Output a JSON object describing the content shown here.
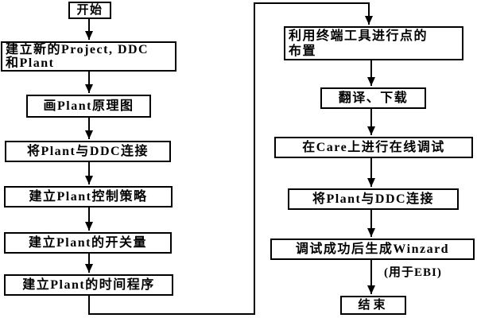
{
  "diagram": {
    "type": "flowchart",
    "colors": {
      "background": "#ffffff",
      "line": "#000000",
      "box_border": "#000000",
      "text": "#000000"
    },
    "nodes": {
      "start": "开始",
      "create_project": "建立新的Project, DDC\n和Plant",
      "draw_plant": "画Plant原理图",
      "connect_plant_ddc_1": "将Plant与DDC连接",
      "control_strategy": "建立Plant控制策略",
      "switch_values": "建立Plant的开关量",
      "time_program": "建立Plant的时间程序",
      "point_layout": "利用终端工具进行点的\n布置",
      "translate_download": "翻译、下载",
      "online_debug": "在Care上进行在线调试",
      "connect_plant_ddc_2": "将Plant与DDC连接",
      "generate_winzard": "调试成功后生成Winzard",
      "winzard_note": "(用于EBI)",
      "end": "结束"
    },
    "edges": [
      "start -> create_project",
      "create_project -> draw_plant",
      "draw_plant -> connect_plant_ddc_1",
      "connect_plant_ddc_1 -> control_strategy",
      "control_strategy -> switch_values",
      "switch_values -> time_program",
      "time_program -> point_layout",
      "point_layout -> translate_download",
      "translate_download -> online_debug",
      "online_debug -> connect_plant_ddc_2",
      "connect_plant_ddc_2 -> generate_winzard",
      "generate_winzard -> end"
    ]
  }
}
